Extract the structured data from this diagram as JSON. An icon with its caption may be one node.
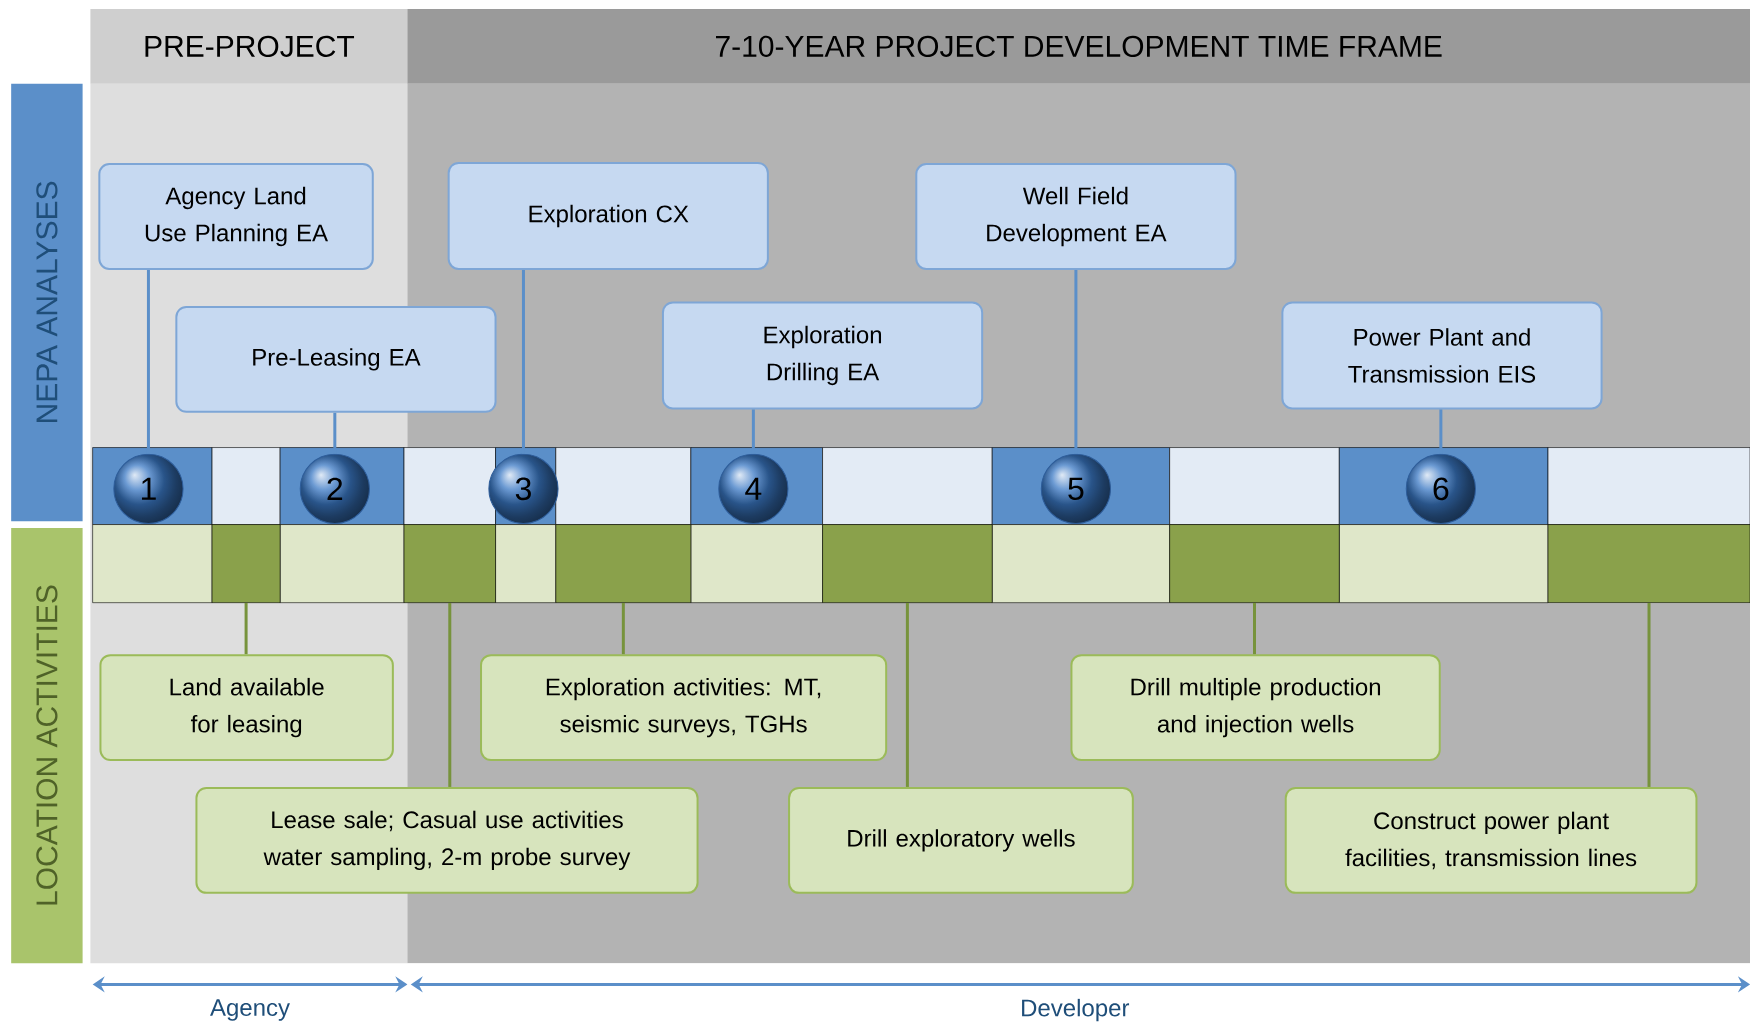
{
  "diagram": {
    "nodes": [
      {
        "text": [
          "PRE-PROJECT"
        ]
      },
      {
        "text": [
          "7-10-YEAR PROJECT DEVELOPMENT TIME FRAME"
        ]
      },
      {
        "text": [
          "NEPA ANALYSES"
        ]
      },
      {
        "text": [
          "LOCATION ACTIVITIES"
        ]
      },
      {
        "text": [
          "Agency Land Use Planning EA"
        ]
      },
      {
        "text": [
          "Exploration CX"
        ]
      },
      {
        "text": [
          "Well Field Development EA"
        ]
      },
      {
        "text": [
          "Pre-Leasing EA"
        ]
      },
      {
        "text": [
          "Exploration Drilling EA"
        ]
      },
      {
        "text": [
          "Power Plant and Transmission EIS"
        ]
      },
      {
        "text": [
          "1"
        ]
      },
      {
        "text": [
          "2"
        ]
      },
      {
        "text": [
          "3"
        ]
      },
      {
        "text": [
          "4"
        ]
      },
      {
        "text": [
          "5"
        ]
      },
      {
        "text": [
          "6"
        ]
      },
      {
        "text": [],
        "shape": "box"
      },
      {
        "text": [],
        "shape": "box"
      },
      {
        "text": [],
        "shape": "box"
      },
      {
        "text": [],
        "shape": "box"
      },
      {
        "text": [],
        "shape": "box"
      },
      {
        "text": [],
        "shape": "box"
      },
      {
        "text": [
          "Land available for leasing"
        ]
      },
      {
        "text": [
          "Exploration activities: MT, seismic surveys, TGHs"
        ]
      },
      {
        "text": [
          "Drill multiple production and injection wells"
        ]
      },
      {
        "text": [
          "Lease sale; Casual use activities water sampling, 2-m probe survey"
        ]
      },
      {
        "text": [
          "Drill exploratory wells"
        ]
      },
      {
        "text": [
          "Construct power plant facilities, transmission lines"
        ]
      }
    ],
    "edges": [
      {
        "from": 4,
        "to": 10,
        "arrow": "none"
      },
      {
        "from": 7,
        "to": 11,
        "arrow": "none"
      },
      {
        "from": 5,
        "to": 12,
        "arrow": "none"
      },
      {
        "from": 8,
        "to": 13,
        "arrow": "none"
      },
      {
        "from": 6,
        "to": 14,
        "arrow": "none"
      },
      {
        "from": 9,
        "to": 15,
        "arrow": "none"
      },
      {
        "from": 22,
        "to": 16,
        "arrow": "none",
        "color": "#77933c"
      },
      {
        "from": 25,
        "to": 17,
        "arrow": "none",
        "color": "#77933c"
      },
      {
        "from": 23,
        "to": 18,
        "arrow": "none",
        "color": "#77933c"
      },
      {
        "from": 26,
        "to": 19,
        "arrow": "none",
        "color": "#77933c"
      },
      {
        "from": 24,
        "to": 20,
        "arrow": "none",
        "color": "#77933c"
      },
      {
        "from": 27,
        "to": 21,
        "arrow": "none",
        "color": "#77933c"
      }
    ],
    "labels": [
      "Agency",
      "Developer"
    ]
  }
}
